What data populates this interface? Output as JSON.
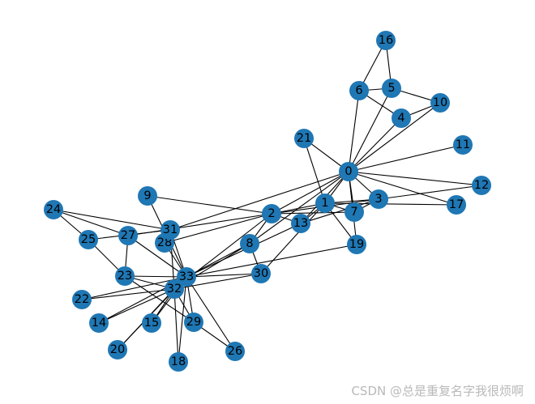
{
  "graph": {
    "nodes": [
      "0",
      "1",
      "2",
      "3",
      "4",
      "5",
      "6",
      "7",
      "8",
      "9",
      "10",
      "11",
      "12",
      "13",
      "14",
      "15",
      "16",
      "17",
      "18",
      "19",
      "20",
      "21",
      "22",
      "23",
      "24",
      "25",
      "26",
      "27",
      "28",
      "29",
      "30",
      "31",
      "32",
      "33"
    ],
    "edges": [
      [
        "0",
        "1"
      ],
      [
        "0",
        "2"
      ],
      [
        "0",
        "3"
      ],
      [
        "0",
        "4"
      ],
      [
        "0",
        "5"
      ],
      [
        "0",
        "6"
      ],
      [
        "0",
        "7"
      ],
      [
        "0",
        "8"
      ],
      [
        "0",
        "10"
      ],
      [
        "0",
        "11"
      ],
      [
        "0",
        "12"
      ],
      [
        "0",
        "13"
      ],
      [
        "0",
        "17"
      ],
      [
        "0",
        "19"
      ],
      [
        "0",
        "21"
      ],
      [
        "0",
        "31"
      ],
      [
        "1",
        "2"
      ],
      [
        "1",
        "3"
      ],
      [
        "1",
        "7"
      ],
      [
        "1",
        "13"
      ],
      [
        "1",
        "17"
      ],
      [
        "1",
        "19"
      ],
      [
        "1",
        "21"
      ],
      [
        "1",
        "30"
      ],
      [
        "2",
        "3"
      ],
      [
        "2",
        "7"
      ],
      [
        "2",
        "8"
      ],
      [
        "2",
        "9"
      ],
      [
        "2",
        "13"
      ],
      [
        "2",
        "27"
      ],
      [
        "2",
        "28"
      ],
      [
        "2",
        "32"
      ],
      [
        "3",
        "7"
      ],
      [
        "3",
        "12"
      ],
      [
        "3",
        "13"
      ],
      [
        "4",
        "6"
      ],
      [
        "4",
        "10"
      ],
      [
        "5",
        "6"
      ],
      [
        "5",
        "10"
      ],
      [
        "5",
        "16"
      ],
      [
        "6",
        "16"
      ],
      [
        "8",
        "30"
      ],
      [
        "8",
        "32"
      ],
      [
        "8",
        "33"
      ],
      [
        "9",
        "33"
      ],
      [
        "13",
        "33"
      ],
      [
        "14",
        "32"
      ],
      [
        "14",
        "33"
      ],
      [
        "15",
        "32"
      ],
      [
        "15",
        "33"
      ],
      [
        "18",
        "32"
      ],
      [
        "18",
        "33"
      ],
      [
        "19",
        "33"
      ],
      [
        "20",
        "32"
      ],
      [
        "20",
        "33"
      ],
      [
        "22",
        "32"
      ],
      [
        "22",
        "33"
      ],
      [
        "23",
        "25"
      ],
      [
        "23",
        "27"
      ],
      [
        "23",
        "29"
      ],
      [
        "23",
        "32"
      ],
      [
        "23",
        "33"
      ],
      [
        "24",
        "25"
      ],
      [
        "24",
        "27"
      ],
      [
        "24",
        "31"
      ],
      [
        "25",
        "31"
      ],
      [
        "26",
        "29"
      ],
      [
        "26",
        "33"
      ],
      [
        "27",
        "33"
      ],
      [
        "28",
        "31"
      ],
      [
        "28",
        "33"
      ],
      [
        "29",
        "32"
      ],
      [
        "29",
        "33"
      ],
      [
        "30",
        "32"
      ],
      [
        "30",
        "33"
      ],
      [
        "31",
        "32"
      ],
      [
        "31",
        "33"
      ],
      [
        "32",
        "33"
      ]
    ]
  },
  "colors": {
    "node": "#1f77b4",
    "edge": "#000000",
    "label": "#000000"
  },
  "watermark": "CSDN @总是重复名字我很烦啊"
}
